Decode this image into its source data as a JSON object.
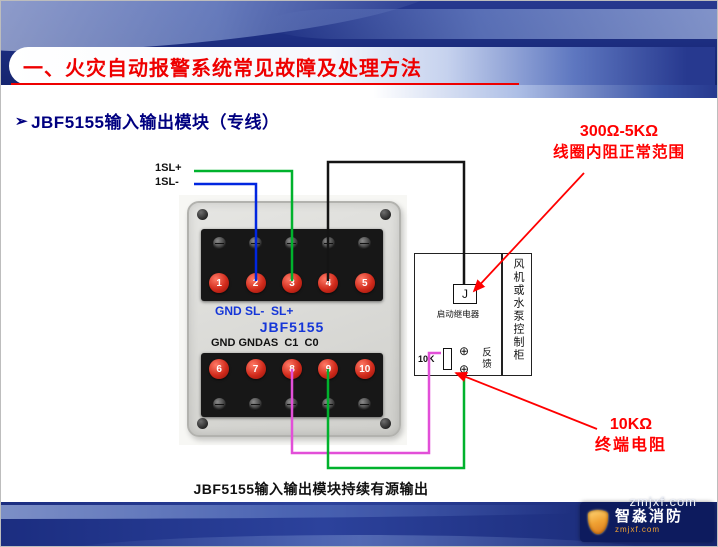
{
  "header": {
    "title": "一、火灾自动报警系统常见故障及处理方法"
  },
  "subtitle": {
    "marker": "➢",
    "text": "JBF5155输入输出模块（专线）"
  },
  "annotations": {
    "coil": {
      "line1": "300Ω-5KΩ",
      "line2": "线圈内阻正常范围"
    },
    "terminator": {
      "line1": "10KΩ",
      "line2": "终端电阻"
    }
  },
  "diagram": {
    "input_labels": [
      "1SL+",
      "1SL-"
    ],
    "module": {
      "top_terminals": [
        "1",
        "2",
        "3",
        "4",
        "5"
      ],
      "top_label": "GND SL-  SL+",
      "model": "JBF5155",
      "bottom_label": "GND GNDAS  C1  C0",
      "bottom_terminals": [
        "6",
        "7",
        "8",
        "9",
        "10"
      ]
    },
    "cabinet": {
      "name": "风机或水泵控制柜",
      "relay": "J",
      "relay_caption": "启动继电器",
      "resistor": "10K",
      "terminal_symbol": "⊕",
      "feedback": "反馈"
    },
    "caption": "JBF5155输入输出模块持续有源输出"
  },
  "logo": {
    "brand": "智淼消防",
    "site": "zmjxf.com"
  },
  "colors": {
    "title_red": "#ee0000",
    "subtitle_navy": "#000080",
    "annotation_red": "#ff0000",
    "wire_green": "#00b22d",
    "wire_blue": "#0026e0",
    "wire_black": "#141414",
    "wire_magenta": "#e24fd8"
  }
}
